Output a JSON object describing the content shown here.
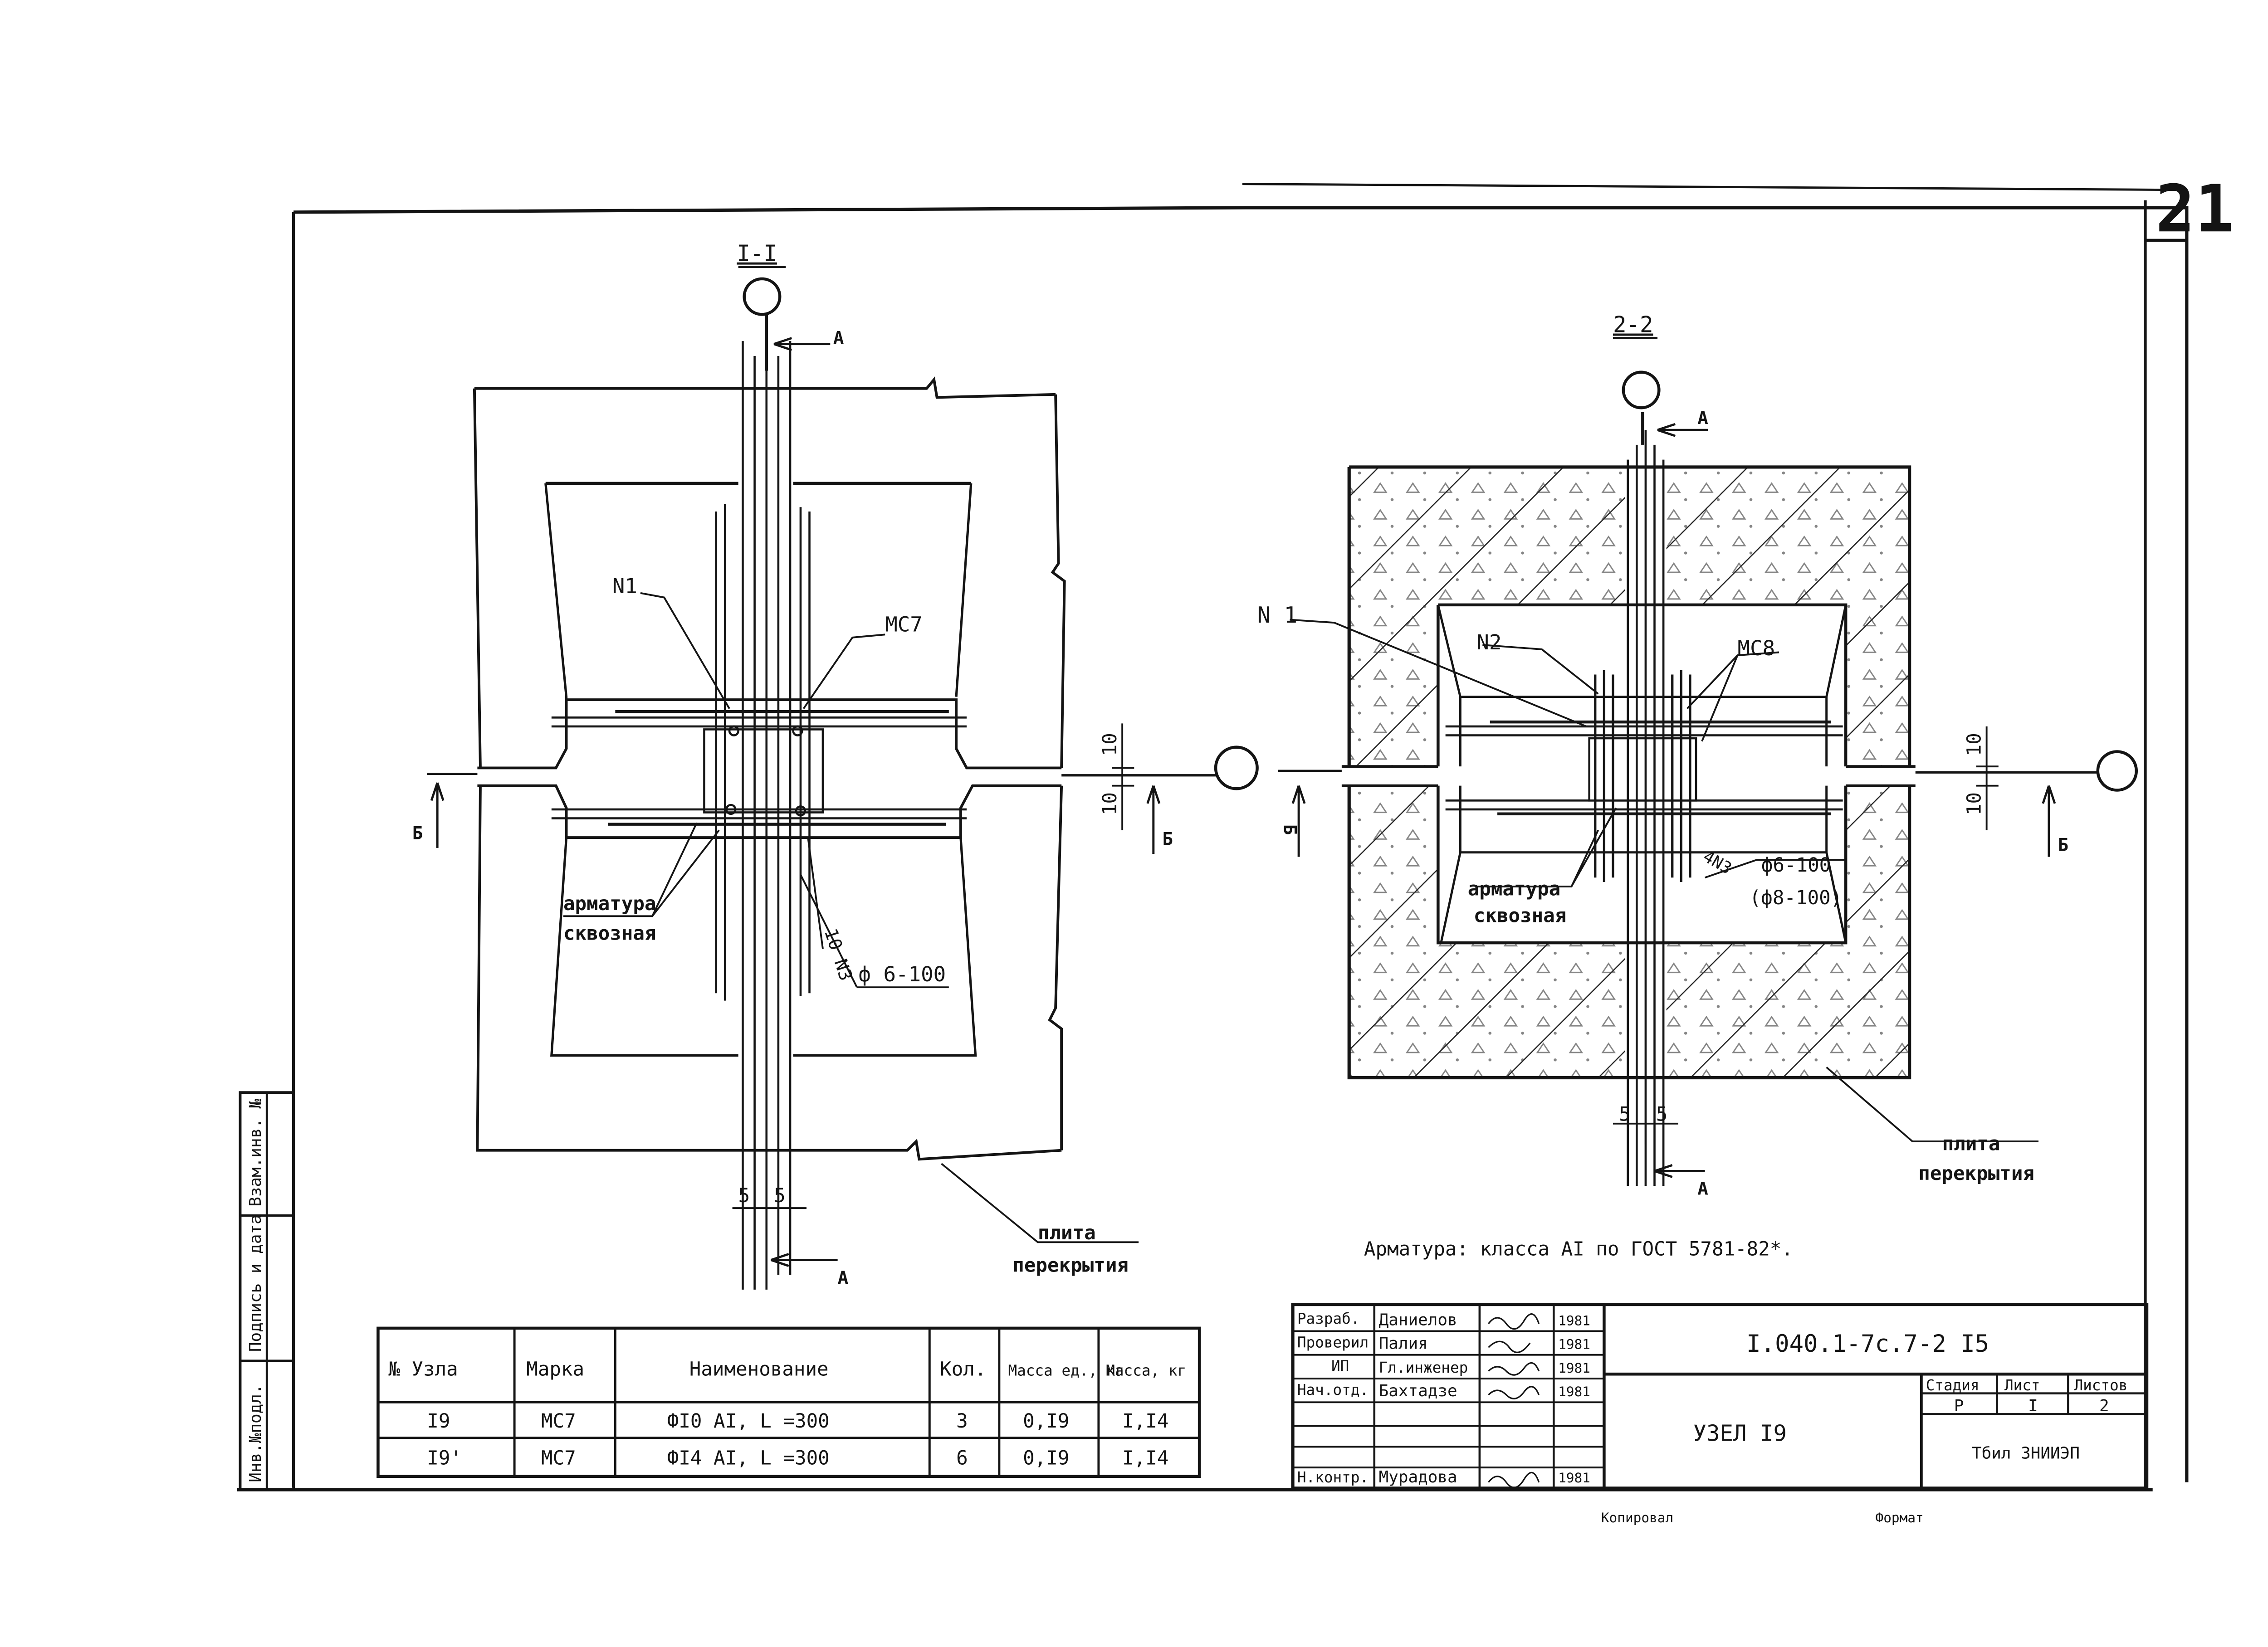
{
  "sheet": {
    "page_number": "21",
    "note": "Арматура: класса AI по ГОСТ 5781-82*.",
    "footer_left": "Копировал",
    "footer_right": "Формат"
  },
  "left_view": {
    "section_title": "I-I",
    "cut_letter": "А",
    "cut_letter_bottom": "А",
    "side_b_left": "Б",
    "side_b_right": "Б",
    "label_n1": "N1",
    "label_mc7": "МС7",
    "label_armatura_1": "арматура",
    "label_armatura_2": "сквозная",
    "label_ring": "10 N3",
    "label_spacing": "ф 6-100",
    "dim_10_top": "10",
    "dim_10_bottom": "10",
    "dim_5_left": "5",
    "dim_5_right": "5",
    "label_plita_1": "плита",
    "label_plita_2": "перекрытия"
  },
  "right_view": {
    "section_title": "2-2",
    "cut_letter": "А",
    "cut_letter_bottom": "А",
    "side_b_left": "Б",
    "side_b_right": "Б",
    "label_n1": "N 1",
    "label_n2": "N2",
    "label_mc8": "МС8",
    "label_n3": "4N3",
    "label_spacing_1": "ф6-100",
    "label_spacing_2": "(ф8-100)",
    "label_armatura_1": "арматура",
    "label_armatura_2": "сквозная",
    "dim_10_top": "10",
    "dim_10_bottom": "10",
    "dim_5_left": "5",
    "dim_5_right": "5",
    "label_plita_1": "плита",
    "label_plita_2": "перекрытия"
  },
  "spec_table": {
    "headers": [
      "№ Узла",
      "Марка",
      "Наименование",
      "Кол.",
      "Масса ед., кг",
      "Масса, кг"
    ],
    "rows": [
      [
        "I9",
        "МС7",
        "ФI0 AI, L =300",
        "3",
        "0,I9",
        "I,I4"
      ],
      [
        "I9'",
        "МС7",
        "ФI4 AI, L =300",
        "6",
        "0,I9",
        "I,I4"
      ]
    ]
  },
  "side_stamp": [
    "Инв.№подл.",
    "Подпись и дата",
    "Взам.инв. №"
  ],
  "title_block": {
    "document_code": "I.040.1-7с.7-2 I5",
    "title": "УЗЕЛ I9",
    "roles": [
      "Разраб.",
      "Проверил",
      "ИП",
      "Нач.отд.",
      "Н.контр."
    ],
    "names": [
      "Даниелов",
      "Палия",
      "Гл.инженер",
      "Бахтадзе",
      "Мурадова"
    ],
    "dates": [
      "1981",
      "1981",
      "1981",
      "1981",
      "1981"
    ],
    "stage_header": "Стадия",
    "sheet_header": "Лист",
    "sheets_header": "Листов",
    "stage": "Р",
    "sheet": "I",
    "sheets": "2",
    "organization": "Тбил ЗНИИЭП"
  }
}
